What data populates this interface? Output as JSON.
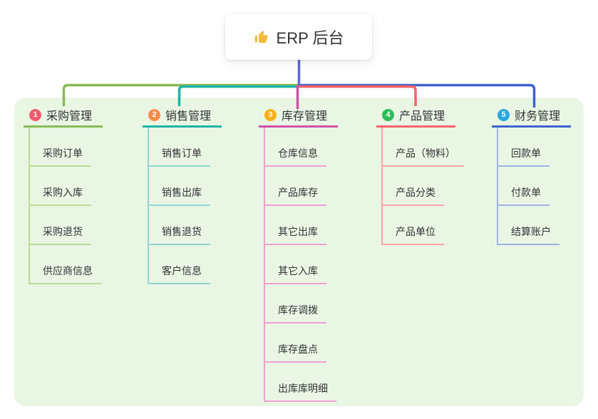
{
  "root": {
    "label": "ERP 后台",
    "icon": "thumbs-up-icon",
    "icon_color": "#f6b83c",
    "connector_color": "#5b68d4"
  },
  "canvas_bg": "#e9f6e4",
  "branches": [
    {
      "index": "1",
      "label": "采购管理",
      "badge_color": "#f25b6f",
      "line_color": "#88bb55",
      "child_line_color": "#b9dc95",
      "children": [
        "采购订单",
        "采购入库",
        "采购退货",
        "供应商信息"
      ]
    },
    {
      "index": "2",
      "label": "销售管理",
      "badge_color": "#fa8c47",
      "line_color": "#1fb3a7",
      "child_line_color": "#8ed8d1",
      "children": [
        "销售订单",
        "销售出库",
        "销售退货",
        "客户信息"
      ]
    },
    {
      "index": "3",
      "label": "库存管理",
      "badge_color": "#f9b115",
      "line_color": "#d44fa6",
      "child_line_color": "#efa0d3",
      "children": [
        "仓库信息",
        "产品库存",
        "其它出库",
        "其它入库",
        "库存调拨",
        "库存盘点",
        "出库库明细"
      ]
    },
    {
      "index": "4",
      "label": "产品管理",
      "badge_color": "#2ebd59",
      "line_color": "#f5636a",
      "child_line_color": "#f9a5a9",
      "children": [
        "产品（物料）",
        "产品分类",
        "产品单位"
      ]
    },
    {
      "index": "5",
      "label": "财务管理",
      "badge_color": "#27a9e0",
      "line_color": "#3f63cf",
      "child_line_color": "#9db4e4",
      "children": [
        "回款单",
        "付款单",
        "结算账户"
      ]
    }
  ]
}
